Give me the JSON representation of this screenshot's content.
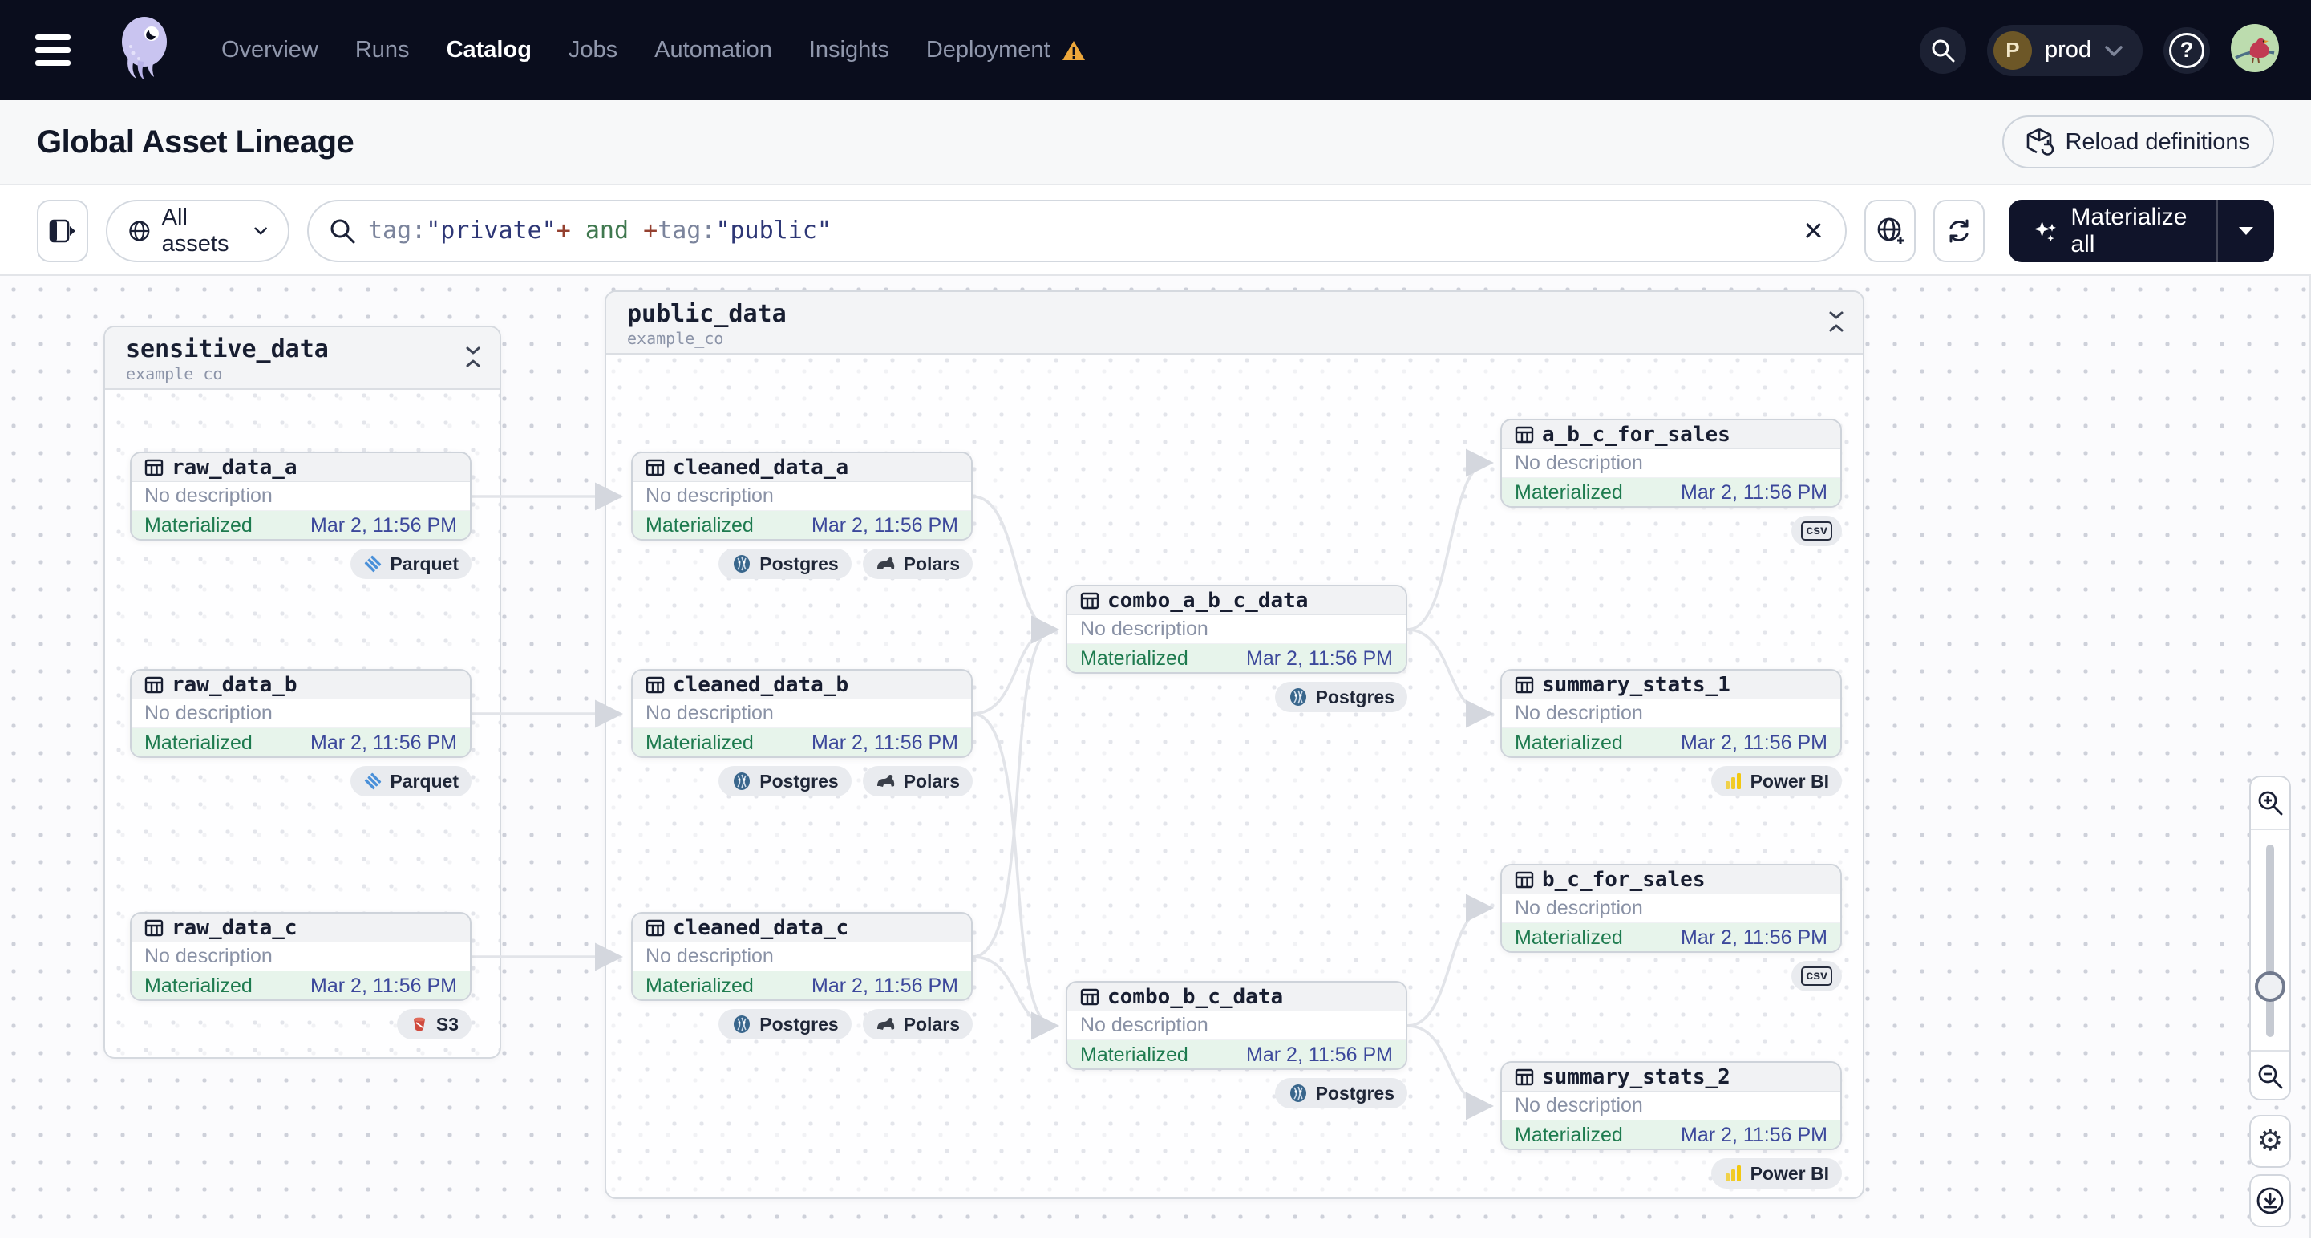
{
  "nav": {
    "items": [
      {
        "label": "Overview"
      },
      {
        "label": "Runs"
      },
      {
        "label": "Catalog"
      },
      {
        "label": "Jobs"
      },
      {
        "label": "Automation"
      },
      {
        "label": "Insights"
      },
      {
        "label": "Deployment"
      }
    ],
    "active_item": "Catalog",
    "environment": {
      "initial": "P",
      "name": "prod"
    }
  },
  "header": {
    "title": "Global Asset Lineage",
    "reload_label": "Reload definitions"
  },
  "filters": {
    "scope_label": "All assets",
    "query": {
      "segments": [
        {
          "text": "tag:",
          "type": "key"
        },
        {
          "text": "\"private\"",
          "type": "str"
        },
        {
          "text": "+",
          "type": "plus"
        },
        {
          "text": " and ",
          "type": "and"
        },
        {
          "text": "+",
          "type": "plus"
        },
        {
          "text": "tag:",
          "type": "key"
        },
        {
          "text": "\"public\"",
          "type": "str"
        }
      ],
      "colors": {
        "key": "#7b849c",
        "str": "#2e3776",
        "plus": "#94402f",
        "and": "#40784f"
      }
    },
    "clear_label": "✕",
    "materialize_label": "Materialize all"
  },
  "graph": {
    "groups": [
      {
        "title": "sensitive_data",
        "subtitle": "example_co"
      },
      {
        "title": "public_data",
        "subtitle": "example_co"
      }
    ],
    "nodes": [
      {
        "title": "raw_data_a",
        "description": "No description",
        "status": "Materialized",
        "timestamp": "Mar 2, 11:56 PM",
        "badges": [
          {
            "icon": "parquet-icon",
            "label": "Parquet"
          }
        ]
      },
      {
        "title": "raw_data_b",
        "description": "No description",
        "status": "Materialized",
        "timestamp": "Mar 2, 11:56 PM",
        "badges": [
          {
            "icon": "parquet-icon",
            "label": "Parquet"
          }
        ]
      },
      {
        "title": "raw_data_c",
        "description": "No description",
        "status": "Materialized",
        "timestamp": "Mar 2, 11:56 PM",
        "badges": [
          {
            "icon": "s3-icon",
            "label": "S3"
          }
        ]
      },
      {
        "title": "cleaned_data_a",
        "description": "No description",
        "status": "Materialized",
        "timestamp": "Mar 2, 11:56 PM",
        "badges": [
          {
            "icon": "postgres-icon",
            "label": "Postgres"
          },
          {
            "icon": "polars-icon",
            "label": "Polars"
          }
        ]
      },
      {
        "title": "cleaned_data_b",
        "description": "No description",
        "status": "Materialized",
        "timestamp": "Mar 2, 11:56 PM",
        "badges": [
          {
            "icon": "postgres-icon",
            "label": "Postgres"
          },
          {
            "icon": "polars-icon",
            "label": "Polars"
          }
        ]
      },
      {
        "title": "cleaned_data_c",
        "description": "No description",
        "status": "Materialized",
        "timestamp": "Mar 2, 11:56 PM",
        "badges": [
          {
            "icon": "postgres-icon",
            "label": "Postgres"
          },
          {
            "icon": "polars-icon",
            "label": "Polars"
          }
        ]
      },
      {
        "title": "combo_a_b_c_data",
        "description": "No description",
        "status": "Materialized",
        "timestamp": "Mar 2, 11:56 PM",
        "badges": [
          {
            "icon": "postgres-icon",
            "label": "Postgres"
          }
        ]
      },
      {
        "title": "combo_b_c_data",
        "description": "No description",
        "status": "Materialized",
        "timestamp": "Mar 2, 11:56 PM",
        "badges": [
          {
            "icon": "postgres-icon",
            "label": "Postgres"
          }
        ]
      },
      {
        "title": "a_b_c_for_sales",
        "description": "No description",
        "status": "Materialized",
        "timestamp": "Mar 2, 11:56 PM",
        "badges": [
          {
            "icon": "csv-icon",
            "label": "csv"
          }
        ]
      },
      {
        "title": "summary_stats_1",
        "description": "No description",
        "status": "Materialized",
        "timestamp": "Mar 2, 11:56 PM",
        "badges": [
          {
            "icon": "powerbi-icon",
            "label": "Power BI"
          }
        ]
      },
      {
        "title": "b_c_for_sales",
        "description": "No description",
        "status": "Materialized",
        "timestamp": "Mar 2, 11:56 PM",
        "badges": [
          {
            "icon": "csv-icon",
            "label": "csv"
          }
        ]
      },
      {
        "title": "summary_stats_2",
        "description": "No description",
        "status": "Materialized",
        "timestamp": "Mar 2, 11:56 PM",
        "badges": [
          {
            "icon": "powerbi-icon",
            "label": "Power BI"
          }
        ]
      }
    ]
  }
}
